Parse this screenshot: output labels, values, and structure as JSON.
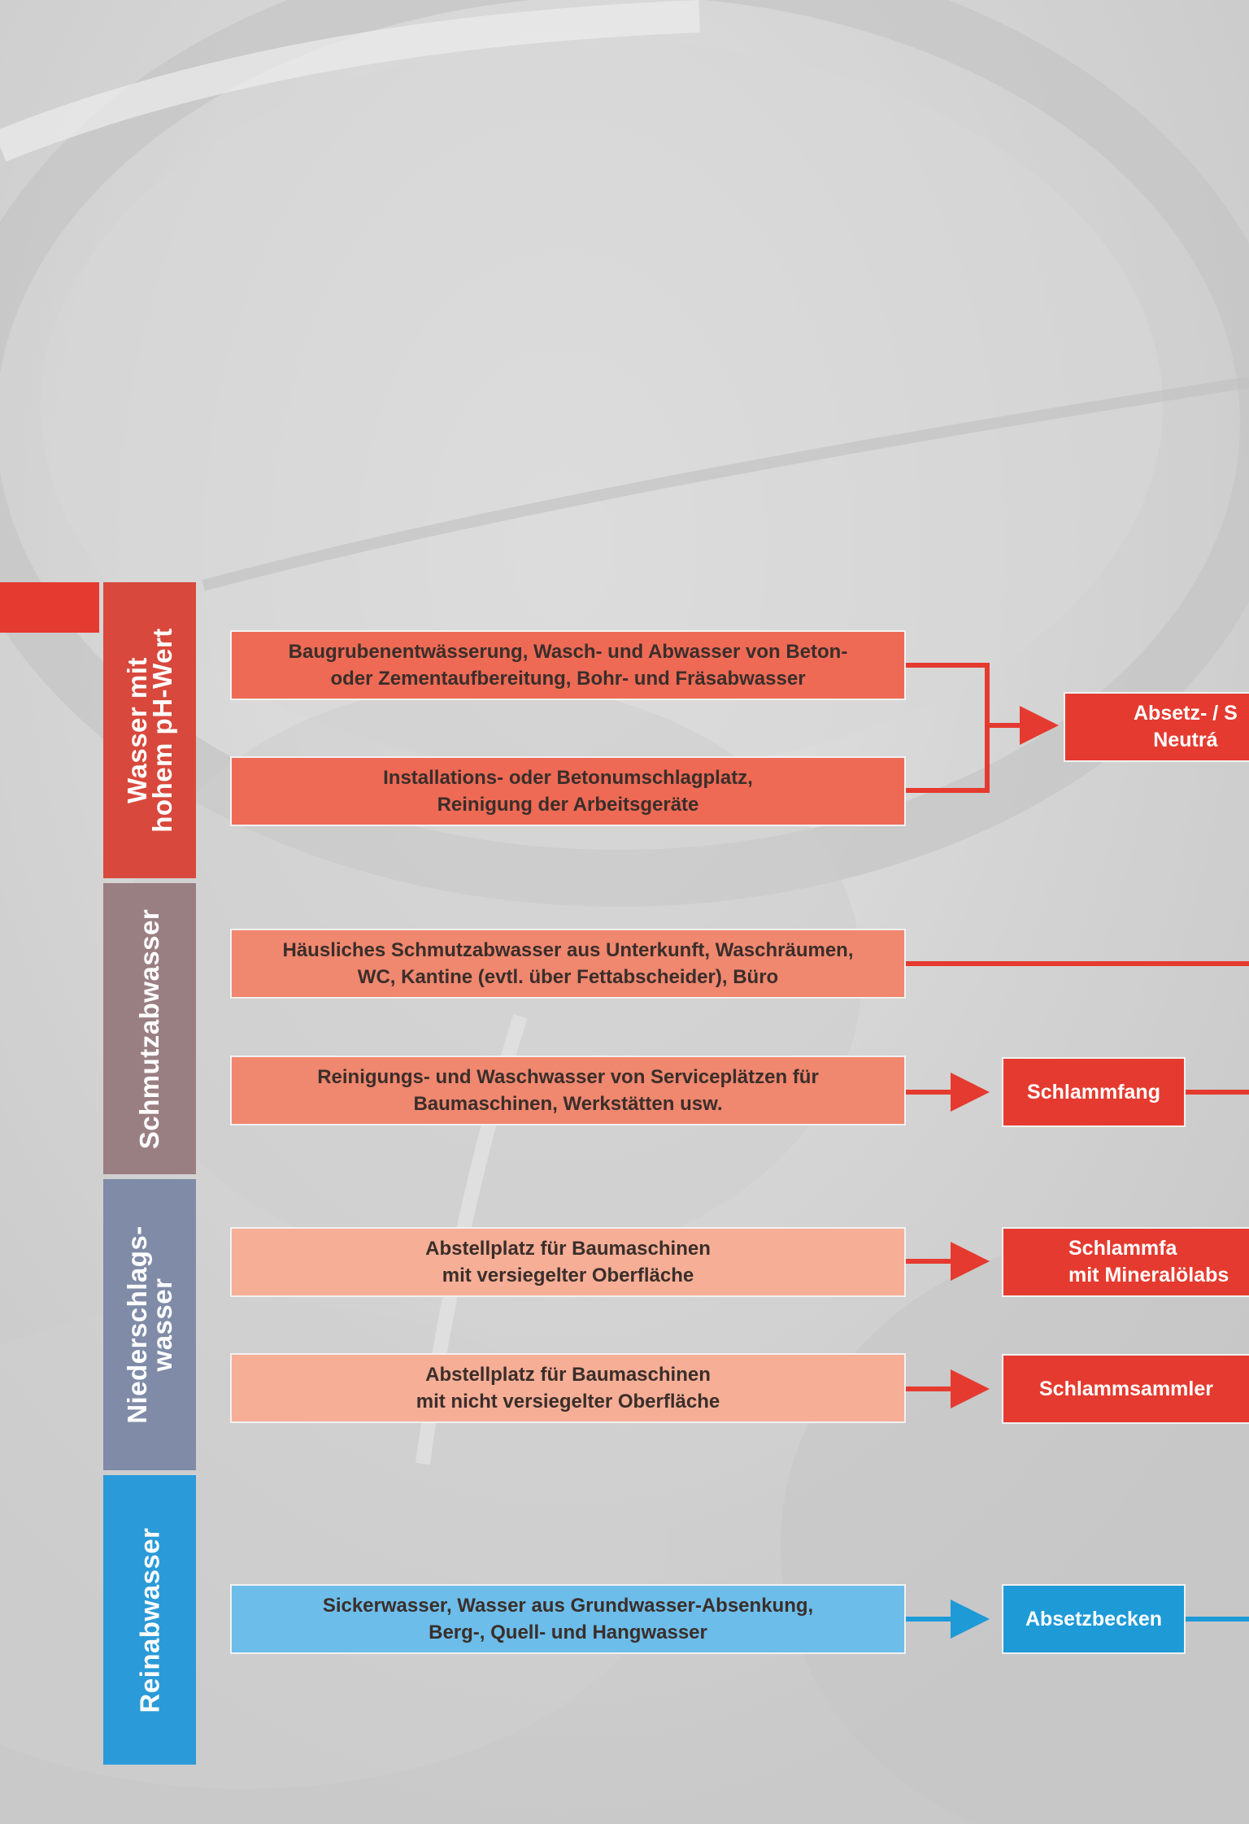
{
  "categories": [
    {
      "id": "ph",
      "label": "Wasser mit\nhohem pH-Wert",
      "color": "#d8483c"
    },
    {
      "id": "schmutz",
      "label": "Schmutzabwasser",
      "color": "#9a7f82"
    },
    {
      "id": "nieder",
      "label": "Niederschlags-\nwasser",
      "color": "#7f8ba7"
    },
    {
      "id": "rein",
      "label": "Reinabwasser",
      "color": "#2b9ad8"
    }
  ],
  "sources": [
    {
      "id": "baugrube",
      "text": "Baugrubenentwässerung, Wasch- und Abwasser von Beton-\noder Zementaufbereitung, Bohr- und Fräsabwasser",
      "color": "#ee6a55"
    },
    {
      "id": "installation",
      "text": "Installations- oder Betonumschlagplatz,\nReinigung der Arbeitsgeräte",
      "color": "#ee6a55"
    },
    {
      "id": "haeuslich",
      "text": "Häusliches Schmutzabwasser aus Unterkunft, Waschräumen,\nWC, Kantine (evtl. über Fettabscheider), Büro",
      "color": "#f0876f"
    },
    {
      "id": "reinigung",
      "text": "Reinigungs- und Waschwasser von Serviceplätzen für\nBaumaschinen, Werkstätten usw.",
      "color": "#f0876f"
    },
    {
      "id": "abstell-versiegelt",
      "text": "Abstellplatz für Baumaschinen\nmit versiegelter Oberfläche",
      "color": "#f6ae96"
    },
    {
      "id": "abstell-nicht",
      "text": "Abstellplatz für Baumaschinen\nmit nicht versiegelter Oberfläche",
      "color": "#f6ae96"
    },
    {
      "id": "sicker",
      "text": "Sickerwasser, Wasser aus Grundwasser-Absenkung,\nBerg-, Quell- und Hangwasser",
      "color": "#6cbdea"
    }
  ],
  "processes": [
    {
      "id": "absetz-neutral",
      "text": "Absetz- / S\nNeutrá"
    },
    {
      "id": "schlammfang",
      "text": "Schlammfang"
    },
    {
      "id": "schlammfang-mineral",
      "text": "Schlammfa\nmit Mineralölabs"
    },
    {
      "id": "schlammsammler",
      "text": "Schlammsammler"
    },
    {
      "id": "absetzbecken",
      "text": "Absetzbecken"
    }
  ],
  "colors": {
    "flow_red": "#e53a2f",
    "flow_blue": "#1e9ad7"
  }
}
